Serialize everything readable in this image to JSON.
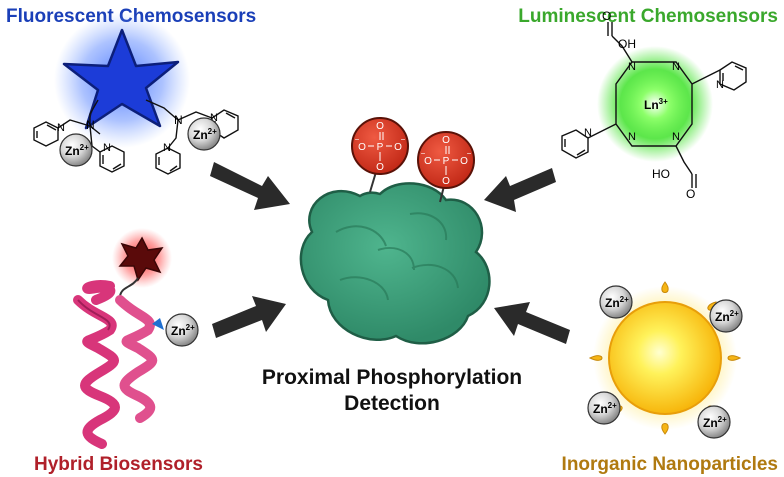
{
  "quadrants": {
    "top_left": {
      "title": "Fluorescent Chemosensors",
      "color": "#1a3fb8"
    },
    "top_right": {
      "title": "Luminescent Chemosensors",
      "color": "#3aa82c"
    },
    "bottom_left": {
      "title": "Hybrid Biosensors",
      "color": "#b0202a"
    },
    "bottom_right": {
      "title": "Inorganic Nanoparticles",
      "color": "#b07a10"
    }
  },
  "center": {
    "line1": "Proximal Phosphorylation",
    "line2": "Detection",
    "protein_color": "#3a9a78",
    "phosphate_color": "#d83a26"
  },
  "chem_labels": {
    "zn": "Zn",
    "zn_charge": "2+",
    "ln": "Ln",
    "ln_charge": "3+",
    "n": "N",
    "o": "O",
    "p": "P",
    "oh": "OH",
    "ho": "HO",
    "minus": "−"
  },
  "icons": [
    "blue-star-fluorophore-icon",
    "green-glow-lanthanide-icon",
    "red-star-fluorophore-icon",
    "pink-helix-protein-icon",
    "yellow-nanoparticle-icon",
    "green-protein-icon",
    "phosphate-group-icon",
    "black-arrow-icon"
  ]
}
